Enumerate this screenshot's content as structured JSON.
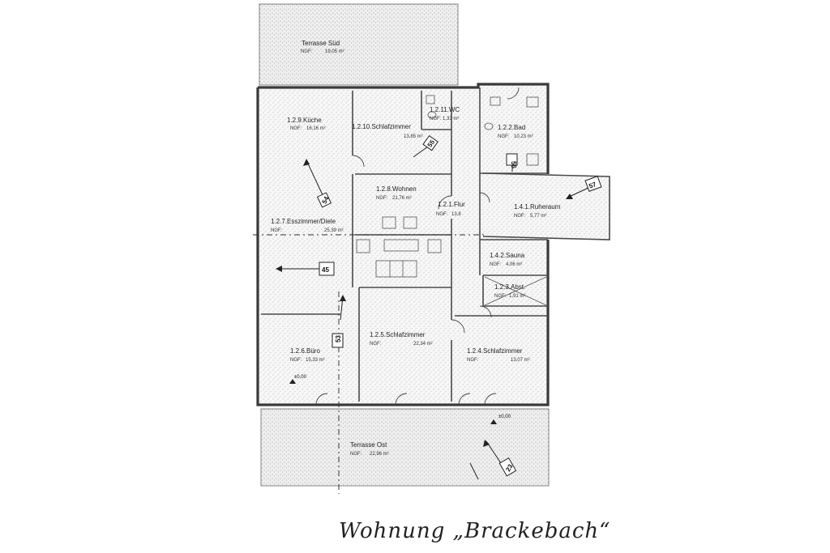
{
  "caption": "Wohnung „Brackebach“",
  "level_marks": [
    "±0,00",
    "±0,00"
  ],
  "rooms": [
    {
      "name": "Terrasse Süd",
      "ngf": "NGF:",
      "area": "19,05 m²"
    },
    {
      "name": "1.2.9.Küche",
      "ngf": "NGF:",
      "area": "16,16 m²"
    },
    {
      "name": "1.2.10.Schlafzimmer",
      "ngf": "",
      "area": "13,85 m²"
    },
    {
      "name": "1.2.11.WC",
      "ngf": "NGF:",
      "area": "1,33 m²"
    },
    {
      "name": "1.2.2.Bad",
      "ngf": "NGF:",
      "area": "10,23 m²"
    },
    {
      "name": "1.2.8.Wohnen",
      "ngf": "NGF:",
      "area": "21,76 m²"
    },
    {
      "name": "1.2.1.Flur",
      "ngf": "NGF:",
      "area": "13,8"
    },
    {
      "name": "1.4.1.Ruheraum",
      "ngf": "NGF:",
      "area": "5,77 m²"
    },
    {
      "name": "1.2.7.Esszimmer/Diele",
      "ngf": "NGF:",
      "area": "25,39 m²"
    },
    {
      "name": "1.4.2.Sauna",
      "ngf": "NGF:",
      "area": "4,06 m²"
    },
    {
      "name": "1.2.3.Abst.",
      "ngf": "NGF:",
      "area": "1,91 m²"
    },
    {
      "name": "1.2.6.Büro",
      "ngf": "NGF:",
      "area": "15,33 m²"
    },
    {
      "name": "1.2.5.Schlafzimmer",
      "ngf": "NGF:",
      "area": "22,34 m²"
    },
    {
      "name": "1.2.4.Schlafzimmer",
      "ngf": "NGF:",
      "area": "13,07 m²"
    },
    {
      "name": "Terrasse Ost",
      "ngf": "NGF:",
      "area": "22,96 m²"
    }
  ],
  "view_refs": [
    "54",
    "55",
    "56",
    "57",
    "45",
    "53",
    "23"
  ]
}
